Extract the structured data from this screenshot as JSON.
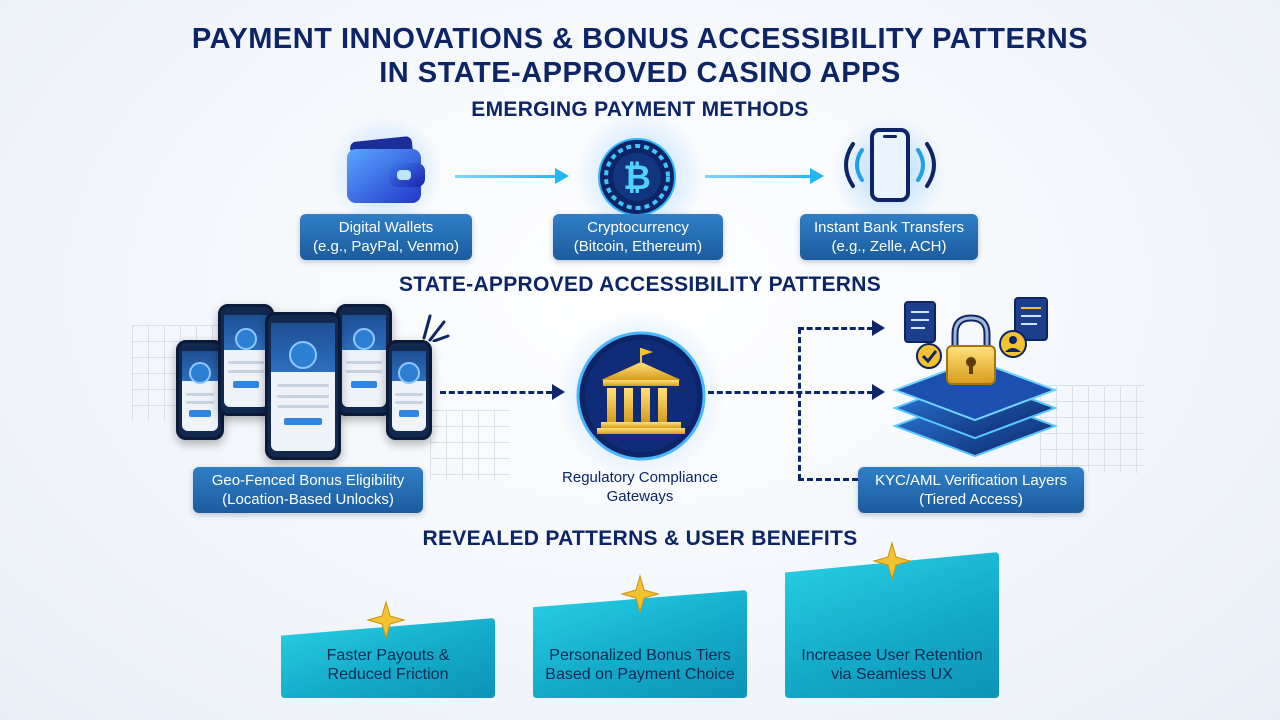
{
  "title_line1": "PAYMENT INNOVATIONS & BONUS ACCESSIBILITY PATTERNS",
  "title_line2": "IN STATE-APPROVED CASINO APPS",
  "sections": {
    "emerging": "EMERGING PAYMENT METHODS",
    "accessibility": "STATE-APPROVED ACCESSIBILITY PATTERNS",
    "revealed": "REVEALED PATTERNS & USER BENEFITS"
  },
  "payments": [
    {
      "line1": "Digital Wallets",
      "line2": "(e.g., PayPal, Venmo)",
      "icon": "wallet-icon"
    },
    {
      "line1": "Cryptocurrency",
      "line2": "(Bitcoin, Ethereum)",
      "icon": "bitcoin-icon"
    },
    {
      "line1": "Instant Bank Transfers",
      "line2": "(e.g., Zelle, ACH)",
      "icon": "contactless-phone-icon"
    }
  ],
  "accessibility": {
    "geo": {
      "line1": "Geo-Fenced Bonus Eligibility",
      "line2": "(Location-Based Unlocks)"
    },
    "gateway": {
      "line1": "Regulatory Compliance",
      "line2": "Gateways"
    },
    "kyc": {
      "line1": "KYC/AML Verification Layers",
      "line2": "(Tiered Access)"
    }
  },
  "benefits": [
    {
      "line1": "Faster Payouts &",
      "line2": "Reduced Friction"
    },
    {
      "line1": "Personalized Bonus Tiers",
      "line2": "Based on Payment Choice"
    },
    {
      "line1": "Increasee User Retention",
      "line2": "via Seamless UX"
    }
  ],
  "colors": {
    "navy": "#0d2466",
    "label_blue": "#1b5c9e",
    "cyan": "#1fb8f0",
    "teal_card": "#13a8c9",
    "gold": "#f2c230"
  }
}
